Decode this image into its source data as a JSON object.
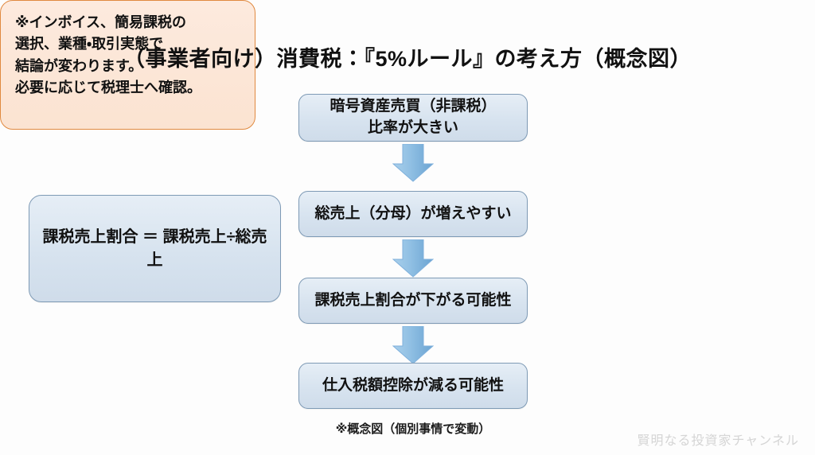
{
  "slide": {
    "title": "（事業者向け）消費税：『5%ルール』の考え方（概念図）",
    "footnote": "※概念図（個別事情で変動）",
    "watermark": "賢明なる投資家チャンネル",
    "background_color": "#fdfdfd"
  },
  "flow": {
    "boxes": [
      {
        "id": "crypto",
        "text": "暗号資産売買（非課税）\n比率が大きい"
      },
      {
        "id": "sales",
        "text": "総売上（分母）が増えやすい"
      },
      {
        "id": "ratio",
        "text": "課税売上割合が下がる可能性"
      },
      {
        "id": "deduct",
        "text": "仕入税額控除が減る可能性"
      }
    ],
    "arrows": [
      {
        "id": "arrow-1",
        "direction": "down"
      },
      {
        "id": "arrow-2",
        "direction": "down"
      },
      {
        "id": "arrow-3",
        "direction": "down"
      }
    ],
    "box_fill_color": "#dbe5ef",
    "box_border_color": "#7e9ab5",
    "arrow_color": "#7fb0dc"
  },
  "formula": {
    "text": "課税売上割合 ＝ 課税売上÷総売上"
  },
  "caution": {
    "lines": [
      "※インボイス、簡易課税の",
      "選択、業種・取引実態で",
      "結論が変わります。",
      "必要に応じて税理士へ確認。"
    ],
    "fill_color": "#fbe5d2",
    "border_color": "#e0893f"
  }
}
